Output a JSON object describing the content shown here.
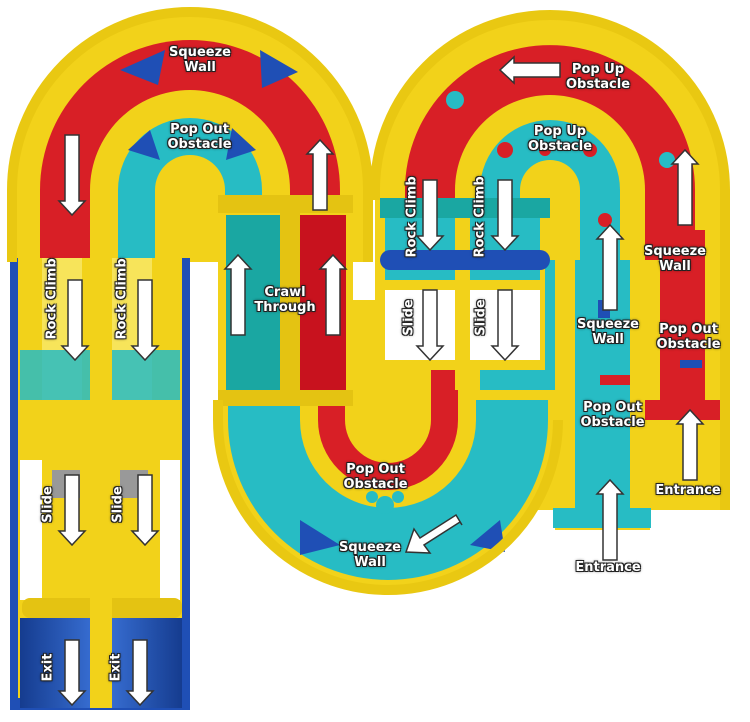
{
  "labels": {
    "squeeze_wall_top": "Squeeze\nWall",
    "pop_out_obstacle_top": "Pop Out\nObstacle",
    "pop_up_obstacle_top": "Pop Up\nObstacle",
    "pop_up_obstacle_inner": "Pop Up\nObstacle",
    "rock_climb_1": "Rock Climb",
    "rock_climb_2": "Rock Climb",
    "rock_climb_3": "Rock Climb",
    "rock_climb_4": "Rock Climb",
    "crawl_through": "Crawl\nThrough",
    "slide_1": "Slide",
    "slide_2": "Slide",
    "slide_3": "Slide",
    "slide_4": "Slide",
    "squeeze_wall_right": "Squeeze\nWall",
    "squeeze_wall_mid": "Squeeze\nWall",
    "pop_out_obstacle_right": "Pop Out\nObstacle",
    "pop_out_obstacle_mid": "Pop Out\nObstacle",
    "pop_out_obstacle_bottom": "Pop Out\nObstacle",
    "squeeze_wall_bottom": "Squeeze\nWall",
    "entrance_1": "Entrance",
    "entrance_2": "Entrance",
    "exit_1": "Exit",
    "exit_2": "Exit"
  },
  "colors": {
    "yellow": "#f5dc1e",
    "yellow_dark": "#d9b80e",
    "red": "#d81f26",
    "teal": "#27bcc4",
    "blue": "#1f4fb5",
    "white": "#ffffff"
  }
}
